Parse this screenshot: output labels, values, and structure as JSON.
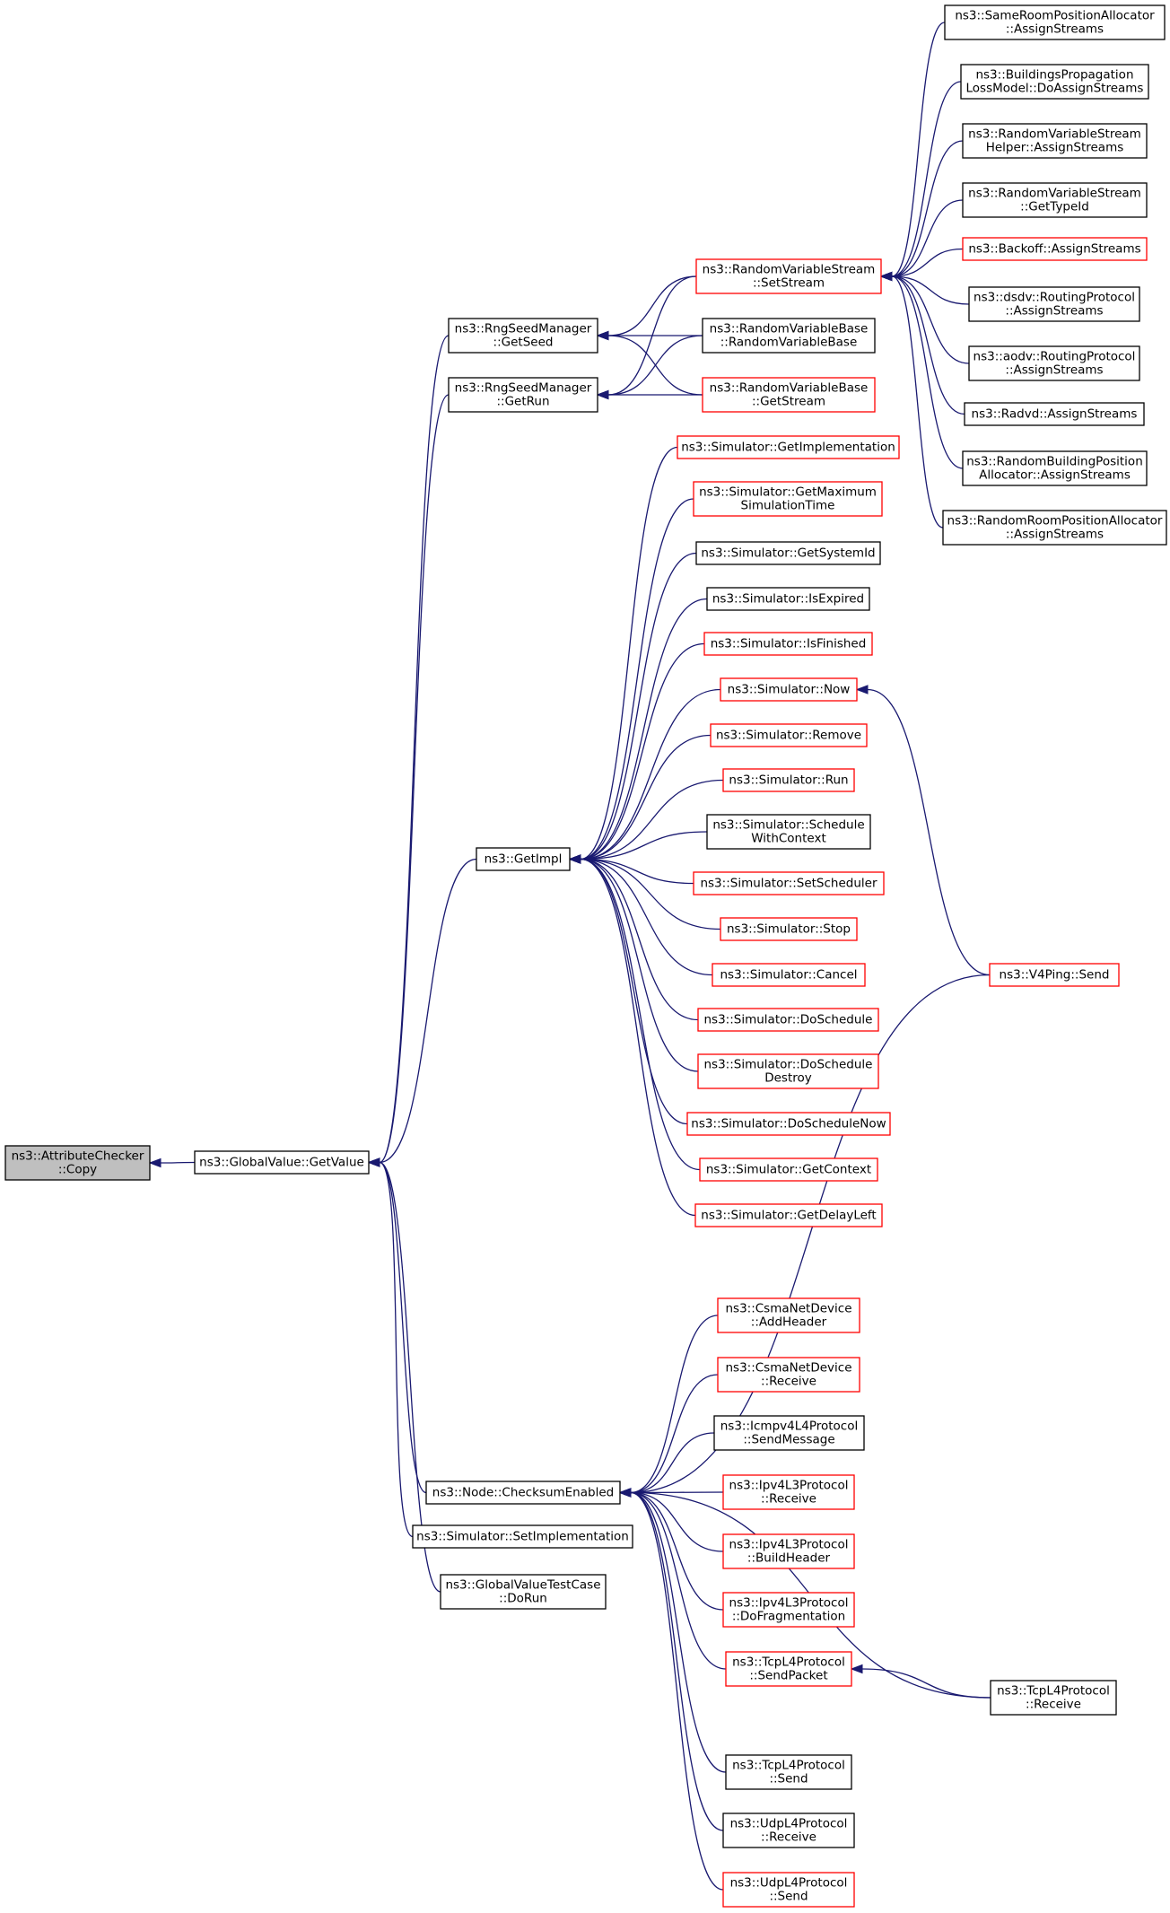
{
  "nodes": [
    {
      "id": "attrchecker",
      "lines": [
        "ns3::AttributeChecker",
        "::Copy"
      ],
      "border": "current"
    },
    {
      "id": "gv_getvalue",
      "lines": [
        "ns3::GlobalValue::GetValue"
      ],
      "border": "black"
    },
    {
      "id": "rng_getseed",
      "lines": [
        "ns3::RngSeedManager",
        "::GetSeed"
      ],
      "border": "black"
    },
    {
      "id": "rng_getrun",
      "lines": [
        "ns3::RngSeedManager",
        "::GetRun"
      ],
      "border": "black"
    },
    {
      "id": "getimpl",
      "lines": [
        "ns3::GetImpl"
      ],
      "border": "black"
    },
    {
      "id": "node_checksum",
      "lines": [
        "ns3::Node::ChecksumEnabled"
      ],
      "border": "black"
    },
    {
      "id": "sim_setimpl",
      "lines": [
        "ns3::Simulator::SetImplementation"
      ],
      "border": "black"
    },
    {
      "id": "gvtest_dorun",
      "lines": [
        "ns3::GlobalValueTestCase",
        "::DoRun"
      ],
      "border": "black"
    },
    {
      "id": "rvs_setstream",
      "lines": [
        "ns3::RandomVariableStream",
        "::SetStream"
      ],
      "border": "red"
    },
    {
      "id": "rvb_ctor",
      "lines": [
        "ns3::RandomVariableBase",
        "::RandomVariableBase"
      ],
      "border": "black"
    },
    {
      "id": "rvb_getstream",
      "lines": [
        "ns3::RandomVariableBase",
        "::GetStream"
      ],
      "border": "red"
    },
    {
      "id": "same_room",
      "lines": [
        "ns3::SameRoomPositionAllocator",
        "::AssignStreams"
      ],
      "border": "black"
    },
    {
      "id": "buildings_prop",
      "lines": [
        "ns3::BuildingsPropagation",
        "LossModel::DoAssignStreams"
      ],
      "border": "black"
    },
    {
      "id": "rvs_helper",
      "lines": [
        "ns3::RandomVariableStream",
        "Helper::AssignStreams"
      ],
      "border": "black"
    },
    {
      "id": "rvs_typeid",
      "lines": [
        "ns3::RandomVariableStream",
        "::GetTypeId"
      ],
      "border": "black"
    },
    {
      "id": "backoff",
      "lines": [
        "ns3::Backoff::AssignStreams"
      ],
      "border": "red"
    },
    {
      "id": "dsdv",
      "lines": [
        "ns3::dsdv::RoutingProtocol",
        "::AssignStreams"
      ],
      "border": "black"
    },
    {
      "id": "aodv",
      "lines": [
        "ns3::aodv::RoutingProtocol",
        "::AssignStreams"
      ],
      "border": "black"
    },
    {
      "id": "radvd",
      "lines": [
        "ns3::Radvd::AssignStreams"
      ],
      "border": "black"
    },
    {
      "id": "random_building",
      "lines": [
        "ns3::RandomBuildingPosition",
        "Allocator::AssignStreams"
      ],
      "border": "black"
    },
    {
      "id": "random_room",
      "lines": [
        "ns3::RandomRoomPositionAllocator",
        "::AssignStreams"
      ],
      "border": "black"
    },
    {
      "id": "sim_getimplementation",
      "lines": [
        "ns3::Simulator::GetImplementation"
      ],
      "border": "red"
    },
    {
      "id": "sim_getmax",
      "lines": [
        "ns3::Simulator::GetMaximum",
        "SimulationTime"
      ],
      "border": "red"
    },
    {
      "id": "sim_getsystemid",
      "lines": [
        "ns3::Simulator::GetSystemId"
      ],
      "border": "black"
    },
    {
      "id": "sim_isexpired",
      "lines": [
        "ns3::Simulator::IsExpired"
      ],
      "border": "black"
    },
    {
      "id": "sim_isfinished",
      "lines": [
        "ns3::Simulator::IsFinished"
      ],
      "border": "red"
    },
    {
      "id": "sim_now",
      "lines": [
        "ns3::Simulator::Now"
      ],
      "border": "red"
    },
    {
      "id": "sim_remove",
      "lines": [
        "ns3::Simulator::Remove"
      ],
      "border": "red"
    },
    {
      "id": "sim_run",
      "lines": [
        "ns3::Simulator::Run"
      ],
      "border": "red"
    },
    {
      "id": "sim_schedule_ctx",
      "lines": [
        "ns3::Simulator::Schedule",
        "WithContext"
      ],
      "border": "black"
    },
    {
      "id": "sim_setscheduler",
      "lines": [
        "ns3::Simulator::SetScheduler"
      ],
      "border": "red"
    },
    {
      "id": "sim_stop",
      "lines": [
        "ns3::Simulator::Stop"
      ],
      "border": "red"
    },
    {
      "id": "sim_cancel",
      "lines": [
        "ns3::Simulator::Cancel"
      ],
      "border": "red"
    },
    {
      "id": "sim_doschedule",
      "lines": [
        "ns3::Simulator::DoSchedule"
      ],
      "border": "red"
    },
    {
      "id": "sim_doschedule_destroy",
      "lines": [
        "ns3::Simulator::DoSchedule",
        "Destroy"
      ],
      "border": "red"
    },
    {
      "id": "sim_doschedule_now",
      "lines": [
        "ns3::Simulator::DoScheduleNow"
      ],
      "border": "red"
    },
    {
      "id": "sim_getcontext",
      "lines": [
        "ns3::Simulator::GetContext"
      ],
      "border": "red"
    },
    {
      "id": "sim_getdelayleft",
      "lines": [
        "ns3::Simulator::GetDelayLeft"
      ],
      "border": "red"
    },
    {
      "id": "v4ping_send",
      "lines": [
        "ns3::V4Ping::Send"
      ],
      "border": "red"
    },
    {
      "id": "csma_addheader",
      "lines": [
        "ns3::CsmaNetDevice",
        "::AddHeader"
      ],
      "border": "red"
    },
    {
      "id": "csma_receive",
      "lines": [
        "ns3::CsmaNetDevice",
        "::Receive"
      ],
      "border": "red"
    },
    {
      "id": "icmpv4_send",
      "lines": [
        "ns3::Icmpv4L4Protocol",
        "::SendMessage"
      ],
      "border": "black"
    },
    {
      "id": "ipv4_receive",
      "lines": [
        "ns3::Ipv4L3Protocol",
        "::Receive"
      ],
      "border": "red"
    },
    {
      "id": "ipv4_buildheader",
      "lines": [
        "ns3::Ipv4L3Protocol",
        "::BuildHeader"
      ],
      "border": "red"
    },
    {
      "id": "ipv4_dofrag",
      "lines": [
        "ns3::Ipv4L3Protocol",
        "::DoFragmentation"
      ],
      "border": "red"
    },
    {
      "id": "tcp_sendpacket",
      "lines": [
        "ns3::TcpL4Protocol",
        "::SendPacket"
      ],
      "border": "red"
    },
    {
      "id": "tcp_receive",
      "lines": [
        "ns3::TcpL4Protocol",
        "::Receive"
      ],
      "border": "black"
    },
    {
      "id": "tcp_send",
      "lines": [
        "ns3::TcpL4Protocol",
        "::Send"
      ],
      "border": "black"
    },
    {
      "id": "udp_receive",
      "lines": [
        "ns3::UdpL4Protocol",
        "::Receive"
      ],
      "border": "black"
    },
    {
      "id": "udp_send",
      "lines": [
        "ns3::UdpL4Protocol",
        "::Send"
      ],
      "border": "red"
    }
  ],
  "edges": [
    [
      "gv_getvalue",
      "attrchecker"
    ],
    [
      "rng_getseed",
      "gv_getvalue"
    ],
    [
      "rng_getrun",
      "gv_getvalue"
    ],
    [
      "getimpl",
      "gv_getvalue"
    ],
    [
      "node_checksum",
      "gv_getvalue"
    ],
    [
      "sim_setimpl",
      "gv_getvalue"
    ],
    [
      "gvtest_dorun",
      "gv_getvalue"
    ],
    [
      "rvs_setstream",
      "rng_getseed"
    ],
    [
      "rvb_ctor",
      "rng_getseed"
    ],
    [
      "rvb_getstream",
      "rng_getseed"
    ],
    [
      "rvs_setstream",
      "rng_getrun"
    ],
    [
      "rvb_ctor",
      "rng_getrun"
    ],
    [
      "rvb_getstream",
      "rng_getrun"
    ],
    [
      "same_room",
      "rvs_setstream"
    ],
    [
      "buildings_prop",
      "rvs_setstream"
    ],
    [
      "rvs_helper",
      "rvs_setstream"
    ],
    [
      "rvs_typeid",
      "rvs_setstream"
    ],
    [
      "backoff",
      "rvs_setstream"
    ],
    [
      "dsdv",
      "rvs_setstream"
    ],
    [
      "aodv",
      "rvs_setstream"
    ],
    [
      "radvd",
      "rvs_setstream"
    ],
    [
      "random_building",
      "rvs_setstream"
    ],
    [
      "random_room",
      "rvs_setstream"
    ],
    [
      "sim_getimplementation",
      "getimpl"
    ],
    [
      "sim_getmax",
      "getimpl"
    ],
    [
      "sim_getsystemid",
      "getimpl"
    ],
    [
      "sim_isexpired",
      "getimpl"
    ],
    [
      "sim_isfinished",
      "getimpl"
    ],
    [
      "sim_now",
      "getimpl"
    ],
    [
      "sim_remove",
      "getimpl"
    ],
    [
      "sim_run",
      "getimpl"
    ],
    [
      "sim_schedule_ctx",
      "getimpl"
    ],
    [
      "sim_setscheduler",
      "getimpl"
    ],
    [
      "sim_stop",
      "getimpl"
    ],
    [
      "sim_cancel",
      "getimpl"
    ],
    [
      "sim_doschedule",
      "getimpl"
    ],
    [
      "sim_doschedule_destroy",
      "getimpl"
    ],
    [
      "sim_doschedule_now",
      "getimpl"
    ],
    [
      "sim_getcontext",
      "getimpl"
    ],
    [
      "sim_getdelayleft",
      "getimpl"
    ],
    [
      "v4ping_send",
      "sim_now"
    ],
    [
      "v4ping_send",
      "node_checksum"
    ],
    [
      "csma_addheader",
      "node_checksum"
    ],
    [
      "csma_receive",
      "node_checksum"
    ],
    [
      "icmpv4_send",
      "node_checksum"
    ],
    [
      "ipv4_receive",
      "node_checksum"
    ],
    [
      "ipv4_buildheader",
      "node_checksum"
    ],
    [
      "ipv4_dofrag",
      "node_checksum"
    ],
    [
      "tcp_sendpacket",
      "node_checksum"
    ],
    [
      "tcp_receive",
      "node_checksum"
    ],
    [
      "tcp_send",
      "node_checksum"
    ],
    [
      "udp_receive",
      "node_checksum"
    ],
    [
      "udp_send",
      "node_checksum"
    ],
    [
      "tcp_receive",
      "tcp_sendpacket"
    ]
  ],
  "colors": {
    "edge": "#191970",
    "border_black": "#000000",
    "border_red": "#ff0000",
    "current_fill": "#bfbfbf"
  }
}
